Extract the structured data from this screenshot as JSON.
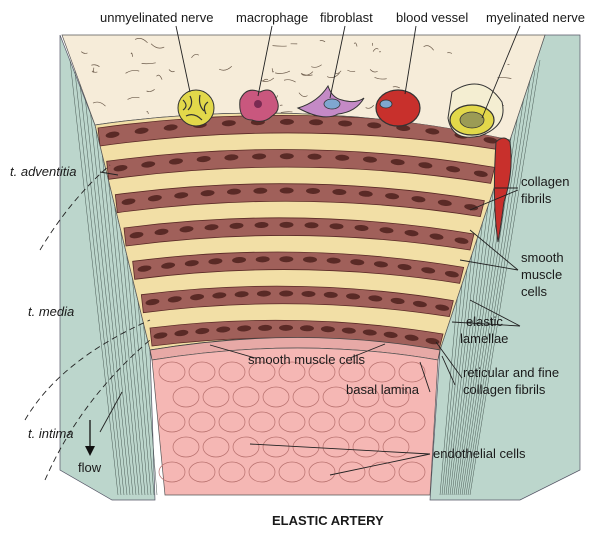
{
  "diagram": {
    "title": "ELASTIC ARTERY",
    "top_labels": {
      "unmyelinated_nerve": "unmyelinated nerve",
      "macrophage": "macrophage",
      "fibroblast": "fibroblast",
      "blood_vessel": "blood vessel",
      "myelinated_nerve": "myelinated nerve"
    },
    "layer_labels": {
      "adventitia": "t. adventitia",
      "media": "t. media",
      "intima": "t. intima"
    },
    "flow_label": "flow",
    "right_labels": {
      "collagen_1": "collagen",
      "collagen_2": "fibrils",
      "smooth_1": "smooth",
      "smooth_2": "muscle",
      "smooth_3": "cells",
      "elastic_1": "elastic",
      "elastic_2": "lamellae",
      "reticular_1": "reticular and fine",
      "reticular_2": "collagen fibrils",
      "endothelial": "endothelial cells"
    },
    "inner_labels": {
      "smooth_muscle_cells": "smooth muscle cells",
      "basal_lamina": "basal lamina"
    },
    "colors": {
      "adventitia_bg": "#f6ecd9",
      "smooth_muscle": "#a0605a",
      "smooth_muscle_dark": "#5a2a26",
      "elastic_lamella": "#f2dfa6",
      "intima": "#f5b7b4",
      "side_wall": "#bcd6cc",
      "blood_vessel": "#c8302c",
      "macrophage": "#c9577e",
      "fibroblast": "#c48ac6",
      "nerve": "#e2d84a"
    }
  }
}
